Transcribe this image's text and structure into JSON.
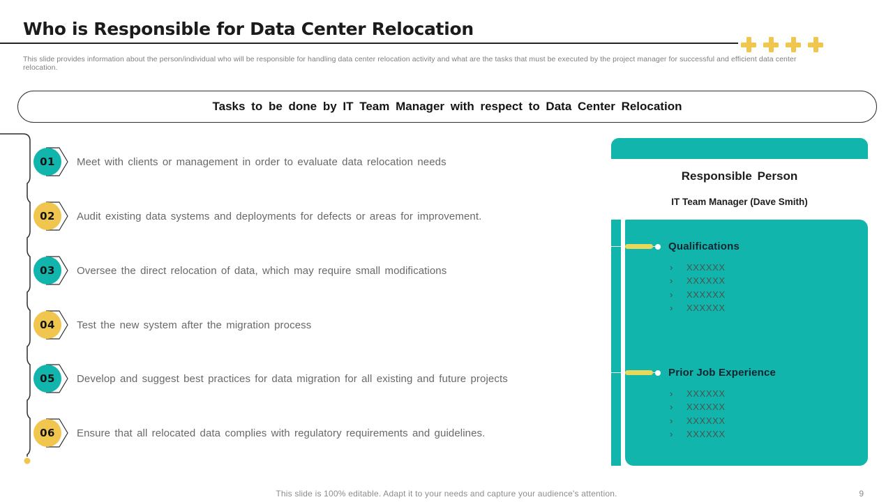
{
  "slide": {
    "title": "Who is Responsible for Data Center Relocation",
    "subtitle": "This slide provides information about the person/individual who will be responsible for handling data center relocation activity and what are the tasks that must be executed by the project manager for successful and efficient data center relocation.",
    "banner": "Tasks to be done by IT Team Manager with respect to Data Center Relocation",
    "footer": "This slide is 100% editable. Adapt it to your needs and capture your audience's attention.",
    "page_number": "9"
  },
  "colors": {
    "teal": "#11b5ac",
    "yellow": "#f0c64f",
    "marker_yellow": "#e8d85c",
    "connector_line": "#2b2b2b",
    "task_text": "#686868"
  },
  "tasks": [
    {
      "number": "01",
      "color": "teal",
      "text": "Meet with clients or management in order to evaluate data relocation needs"
    },
    {
      "number": "02",
      "color": "yellow",
      "text": "Audit existing data systems and deployments for defects or areas for improvement."
    },
    {
      "number": "03",
      "color": "teal",
      "text": "Oversee the direct relocation of data, which may require small modifications"
    },
    {
      "number": "04",
      "color": "yellow",
      "text": "Test the new system after the migration process"
    },
    {
      "number": "05",
      "color": "teal",
      "text": "Develop and suggest best practices for data migration for all existing and future projects"
    },
    {
      "number": "06",
      "color": "yellow",
      "text": "Ensure that all relocated data complies with regulatory requirements and guidelines."
    }
  ],
  "panel": {
    "title": "Responsible Person",
    "subtitle": "IT Team Manager (Dave Smith)",
    "bullet_glyph": "›",
    "sections": [
      {
        "heading": "Qualifications",
        "items": [
          "XXXXXX",
          "XXXXXX",
          "XXXXXX",
          "XXXXXX"
        ]
      },
      {
        "heading": "Prior Job Experience",
        "items": [
          "XXXXXX",
          "XXXXXX",
          "XXXXXX",
          "XXXXXX"
        ]
      }
    ]
  },
  "decor": {
    "plus_count": 4
  }
}
